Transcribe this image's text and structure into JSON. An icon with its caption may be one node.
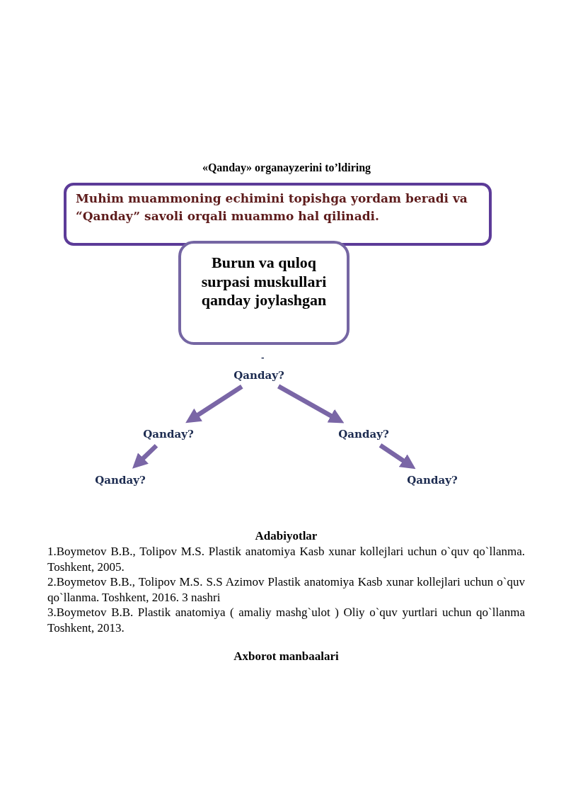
{
  "diagram": {
    "title": "«Qanday» organayzerini to’ldiring",
    "nodes": [
      {
        "text": [
          "Muhim muammoning echimini topishga yordam beradi va “Qanday” savoli orqali muammo hal qilinadi."
        ]
      },
      {
        "text": [
          "Burun va quloq surpasi muskullari qanday joylashgan"
        ]
      },
      {
        "text": [
          "Qanday?"
        ]
      },
      {
        "text": [
          "Qanday?"
        ]
      },
      {
        "text": [
          "Qanday?"
        ]
      },
      {
        "text": [
          "Qanday?"
        ]
      },
      {
        "text": [
          "Qanday?"
        ]
      }
    ],
    "edges": [
      {
        "from": 2,
        "to": 3,
        "arrow": "to"
      },
      {
        "from": 2,
        "to": 4,
        "arrow": "to"
      },
      {
        "from": 3,
        "to": 5,
        "arrow": "to"
      },
      {
        "from": 4,
        "to": 6,
        "arrow": "to"
      }
    ],
    "labels": [
      "-",
      "Adabiyotlar",
      "1.Boymetov B.B., Tolipov M.S. Plastik anatomiya Kasb xunar kollejlari uchun o`quv qo`llanma. Toshkent, 2005.",
      "2.Boymetov B.B., Tolipov M.S. S.S Azimov Plastik anatomiya Kasb xunar kollejlari uchun o`quv qo`llanma. Toshkent, 2016. 3 nashri",
      "3.Boymetov B.B. Plastik anatomiya ( amaliy mashg`ulot ) Oliy o`quv yurtlari uchun qo`llanma Toshkent, 2013.",
      "Axborot manbaalari"
    ]
  }
}
